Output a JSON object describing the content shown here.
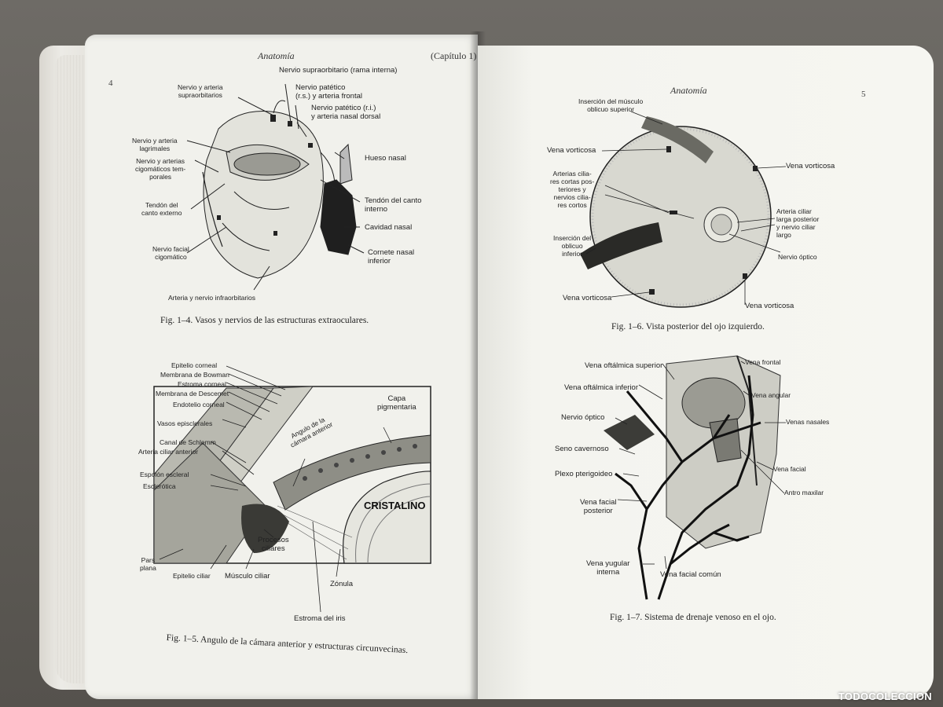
{
  "left_page": {
    "header": "Anatomía",
    "header_right": "(Capítulo 1)",
    "page_number": "4",
    "fig4": {
      "caption": "Fig. 1–4.  Vasos y nervios de las estructuras extraoculares.",
      "labels": {
        "supraorb_art": "Nervio y arteria\nsupraorbitarios",
        "supraorb_int": "Nervio supraorbitario (rama interna)",
        "patetico_rs": "Nervio patético\n(r.s.) y arteria frontal",
        "patetico_ri": "Nervio patético (r.i.)\ny arteria nasal dorsal",
        "lagrimales": "Nervio y arteria\nlagrimales",
        "cigomaticos": "Nervio y arterias\ncigomáticos tem-\nporales",
        "hueso_nasal": "Hueso nasal",
        "tendon_ext": "Tendón del\ncanto externo",
        "tendon_int": "Tendón del canto\ninterno",
        "cavidad": "Cavidad nasal",
        "facial_cig": "Nervio facial\ncigomático",
        "cornete": "Cornete nasal\ninferior",
        "infraorb": "Arteria y nervio infraorbitarios"
      }
    },
    "fig5": {
      "caption": "Fig. 1–5.  Angulo de la cámara anterior y estructuras circunvecinas.",
      "labels": {
        "epitelio_corneal": "Epitelio corneal",
        "bowman": "Membrana de Bowman",
        "estroma_corneal": "Estroma corneal",
        "descemet": "Membrana de Descemet",
        "endotelio": "Endotelio corneal",
        "vasos_episc": "Vasos episclerales",
        "schlemm": "Canal de Schlemm",
        "ciliar_ant": "Arteria ciliar anterior",
        "espolon": "Espolón escleral",
        "esclerotica": "Esclerótica",
        "pars_plana": "Pars\nplana",
        "epitelio_ciliar": "Epitelio ciliar",
        "musculo_ciliar": "Músculo ciliar",
        "procesos": "Procesos\nciliares",
        "angulo": "Angulo de la\ncámara anterior",
        "capa_pigm": "Capa\npigmentaria",
        "cristalino": "CRISTALINO",
        "zonula": "Zónula",
        "estroma_iris": "Estroma del iris"
      }
    }
  },
  "right_page": {
    "header": "Anatomía",
    "page_number": "5",
    "fig6": {
      "caption": "Fig. 1–6.  Vista posterior del ojo izquierdo.",
      "labels": {
        "insercion_sup": "Inserción del músculo\noblicuo superior",
        "vorticosa_1": "Vena vorticosa",
        "vorticosa_2": "Vena vorticosa",
        "ciliares_cortas": "Arterias cilia-\nres cortas pos-\nteriores y\nnervios cilia-\nres cortos",
        "ciliar_larga": "Arteria ciliar\nlarga posterior\ny nervio ciliar\nlargo",
        "insercion_inf": "Inserción del\noblicuo\ninferior",
        "nervio_optico": "Nervio óptico",
        "vorticosa_3": "Vena vorticosa",
        "vorticosa_4": "Vena vorticosa"
      }
    },
    "fig7": {
      "caption": "Fig. 1–7.  Sistema de drenaje venoso en el ojo.",
      "labels": {
        "oftal_sup": "Vena oftálmica superior",
        "oftal_inf": "Vena oftálmica inferior",
        "nervio_optico": "Nervio óptico",
        "seno": "Seno cavernoso",
        "plexo": "Plexo pterigoideo",
        "facial_post": "Vena facial\nposterior",
        "yugular": "Vena yugular\ninterna",
        "facial_comun": "Vena facial común",
        "frontal": "Vena frontal",
        "angular": "Vena angular",
        "nasales": "Venas nasales",
        "facial": "Vena facial",
        "antro": "Antro maxilar"
      }
    }
  },
  "watermark": "TODOCOLECCION"
}
